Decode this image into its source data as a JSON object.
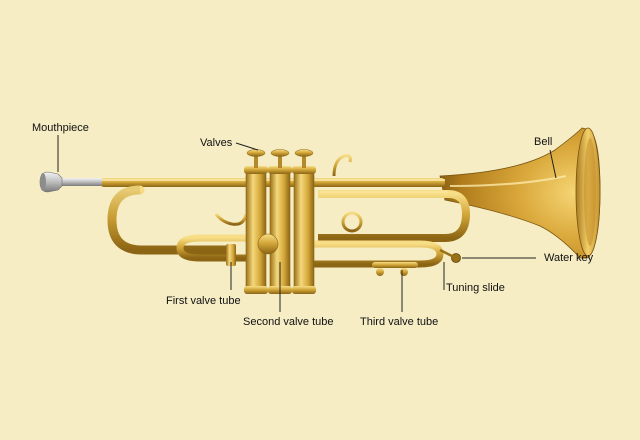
{
  "diagram": {
    "labels": {
      "mouthpiece": "Mouthpiece",
      "valves": "Valves",
      "bell": "Bell",
      "water_key": "Water key",
      "tuning_slide": "Tuning slide",
      "first_valve_tube": "First valve tube",
      "second_valve_tube": "Second valve tube",
      "third_valve_tube": "Third valve tube"
    },
    "colors": {
      "background": "#f6edc5",
      "brass": "#d4a83a",
      "brass_highlight": "#f7dd86",
      "brass_shadow": "#8c6514",
      "silver": "#c9c9c9",
      "leader_line": "#222222"
    }
  }
}
